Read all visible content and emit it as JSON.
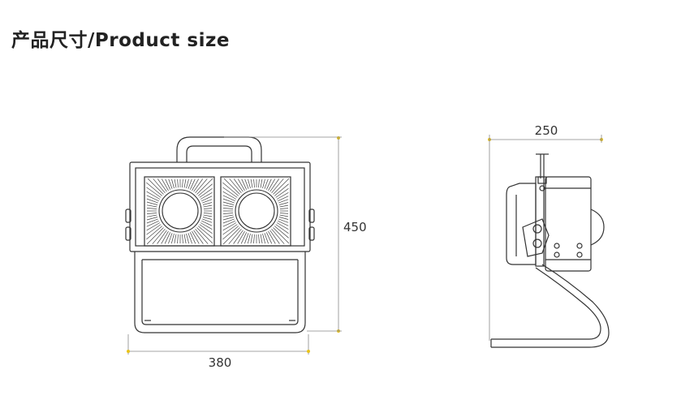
{
  "title": "产品尺寸/Product size",
  "dimensions": {
    "front_width": "380",
    "front_height": "450",
    "side_depth": "250"
  },
  "colors": {
    "line": "#333333",
    "dimension_line": "#888888",
    "dimension_tick": "#e8c21a",
    "background": "#ffffff"
  }
}
